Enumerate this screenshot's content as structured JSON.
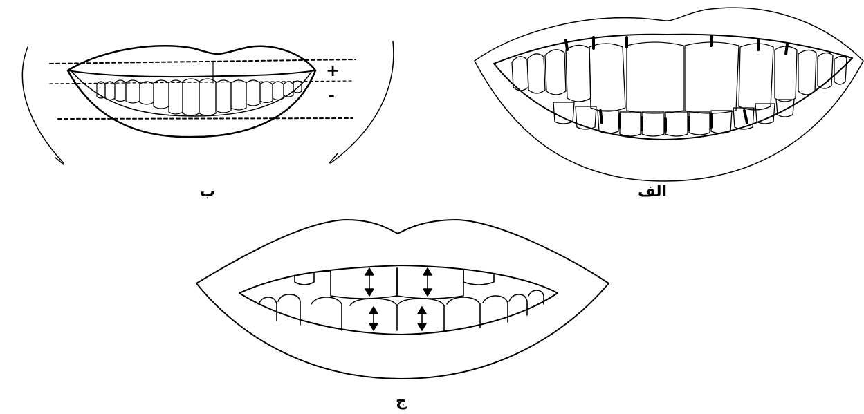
{
  "labels": {
    "panel_a": "الف",
    "panel_b": "ب",
    "panel_c": "ج"
  },
  "panel_b_signs": {
    "plus": "+",
    "minus": "-"
  },
  "colors": {
    "stroke": "#000000",
    "background": "#ffffff"
  }
}
